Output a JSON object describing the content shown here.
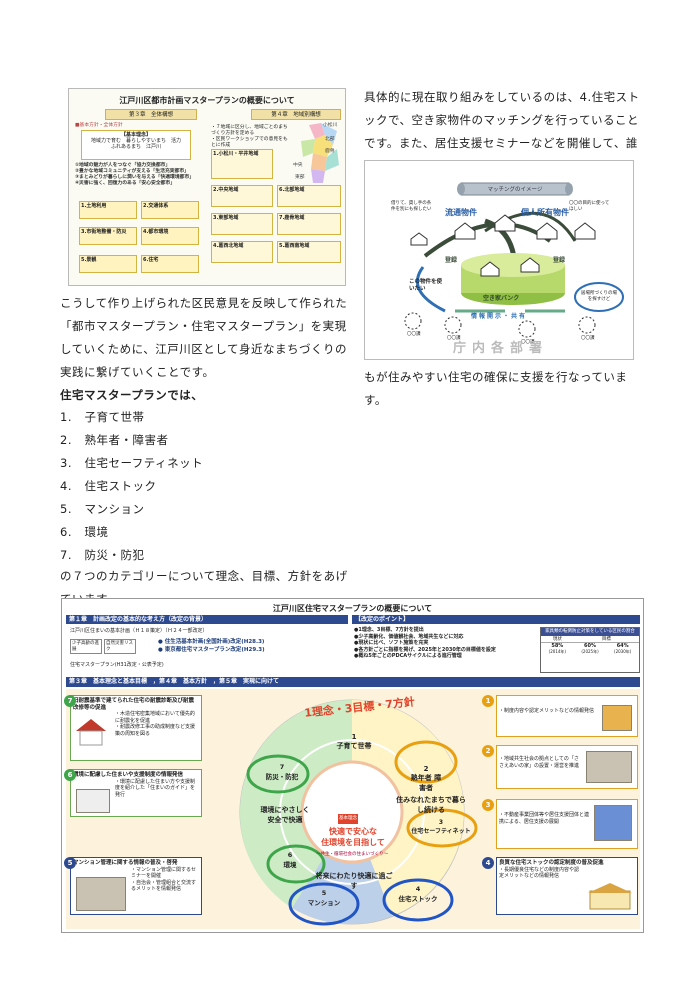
{
  "left_text": {
    "para1": "こうして作り上げられた区民意見を反映して作られた「都市マスタープラン・住宅マスタープラン」を実現していくために、江戸川区として身近なまちづくりの実践に繋げていくことです。",
    "heading": "住宅マスタープランでは、",
    "list": [
      "子育て世帯",
      "熟年者・障害者",
      "住宅セーフティネット",
      "住宅ストック",
      "マンション",
      "環境",
      "防災・防犯"
    ],
    "para2": "の７つのカテゴリーについて理念、目標、方針をあげています。"
  },
  "right_text": {
    "para1": "具体的に現在取り組みをしているのは、4.住宅ストックで、空き家物件のマッチングを行っていることです。また、居住支援セミナーなどを開催して、誰",
    "para2": "もが住みやすい住宅の確保に支援を行なっています。"
  },
  "fig1": {
    "title": "江戸川区都市計画マスタープランの概要について",
    "ch3": "第３章　全体構想",
    "ch4": "第４章　地域別構想",
    "philosophy_label": "【基本理念】",
    "philosophy": "地域力で育む　暮らしやすいまち　活力ふれあるまち　江戸川",
    "goals": [
      "①地域の魅力が人をつなぐ「協力交換都市」",
      "②豊かな地域コミュニティが支える「生活充実都市」",
      "③まとみどりが暮らしに潤いを与える「快適環境都市」",
      "④災害に強く、回復力のある「安心安全都市」"
    ],
    "policy_label": "■基本方針・全体方針",
    "ch4_points": [
      "・７地域に区分し、地域ごとのまちづくり方針を定める",
      "・区民ワークショップでの意見をもとに作成"
    ],
    "areas": [
      "小松川",
      "葛西北",
      "葛西南",
      "中央",
      "東部",
      "北部",
      "鹿骨"
    ],
    "left_items": [
      "1.土地利用",
      "2.交通体系",
      "3.市街地整備・防災",
      "4.都市環境",
      "5.景観",
      "6.住宅"
    ],
    "right_items": [
      "1.小松川・平井地域",
      "2.中央地域",
      "3.東部地域",
      "4.葛西北地域",
      "5.葛西南地域",
      "6.北部地域",
      "7.鹿骨地域"
    ]
  },
  "fig2": {
    "title": "マッチングのイメージ",
    "ryutsu": "流通物件",
    "kojin": "個人所有物件",
    "note_left": "借りて、貸し手の条件を別にも探したい",
    "note_right": "〇〇の目的に使ってほしい",
    "toroku1": "登録",
    "toroku2": "登録",
    "kono": "この物件を使いたい",
    "bank": "空き家バンク",
    "joho": "情報開示・共有",
    "bubble": "居場所づくりの場を探すけど",
    "bottom": "庁内各部署",
    "circle_labels": [
      "〇〇課",
      "〇〇課",
      "〇〇課",
      "〇〇課"
    ],
    "akiya": "空き家"
  },
  "fig3": {
    "title": "江戸川区住宅マスタープランの概要について",
    "sec1": "第１章　計画改定の基本的な考え方（改定の背景）",
    "sec_point": "【改定のポイント】",
    "plan_label": "江戸川区住まいの基本計画（Ｈ１８策定）（Ｈ２４一部改定）",
    "shoushi": "少子高齢の進展",
    "jinkou": "自然災害リスク",
    "kihon1": "● 住生活基本計画(全国計画)改定(H28.3)",
    "kihon2": "● 東京都住宅マスタープラン改定(H29.3)",
    "plan_bottom": "住宅マスタープラン(H31改定・公表予定)",
    "points": [
      "●1理念、3目標、7方針を提出",
      "●少子高齢化、価値観社会、地域共生などに対応",
      "●現状に比べ、ソフト施策を充実",
      "●各方針ごとに指標を掲げ、2025年と2030年の目標値を設定",
      "●概ね5年ごとのPDCAサイクルによる進行管理"
    ],
    "table_title": "家具類の転倒防止対策をしている区民の割合",
    "table_head": [
      "現状",
      "目標"
    ],
    "table_vals": [
      "58%",
      "60%",
      "64%"
    ],
    "table_years": [
      "(2014年)",
      "(2025年)",
      "(2030年)"
    ],
    "sec3": "第３章　基本理念と基本目標　，第４章　基本方針　，第５章　実現に向けて",
    "banner": "1理念・3目標・7方針",
    "center1": "快適で安心な",
    "center2": "住環境を目指して",
    "center_badge": "基本理念",
    "center_sub": "～共生・循環社会の住まいづくり～",
    "seg": [
      "子育て世帯",
      "熟年者 障害者",
      "住宅セーフティネット",
      "住宅ストック",
      "マンション",
      "環境",
      "防災・防犯"
    ],
    "seg_nums": [
      "1",
      "2",
      "3",
      "4",
      "5",
      "6",
      "7"
    ],
    "goal1": "住みなれたまちで暮らし続ける",
    "goal2": "将来にわたり快適に過ごす",
    "goal3": "環境にやさしく安全で快適",
    "left_box1_title": "旧耐震基準で建てられた住宅の耐震診断及び耐震改修等の促進",
    "left_box1_items": [
      "・木造住宅密集地域において優先的に耐震化を促進",
      "・耐震改修工事の助成制度など支援策の周知を図る"
    ],
    "left_box2_title": "環境に配慮した住まいや支援制度の情報発信",
    "left_box2_items": [
      "・環境に配慮した住まい方や支援制度を紹介した「住まいのガイド」を発行"
    ],
    "left_box3_title": "マンション管理に関する情報の普及・啓発",
    "left_box3_items": [
      "・マンション管理に関するセミナーを開催",
      "・自治会・管理組合と交流するメリットを情報発信"
    ],
    "right_box1_items": [
      "・制度内容や認定メリットなどの情報発信"
    ],
    "right_box2_items": [
      "・地域共生社会の拠点としての「ささえあいの家」の設置・運営を推進"
    ],
    "right_box3_items": [
      "・不動産事業団体等や居住支援団体と連携による、居住支援の展開"
    ],
    "right_box4_title": "良質な住宅ストックの認定制度の普及促進",
    "right_box4_items": [
      "・長期優良住宅などの制度内容や認定メリットなどの情報発信"
    ]
  }
}
